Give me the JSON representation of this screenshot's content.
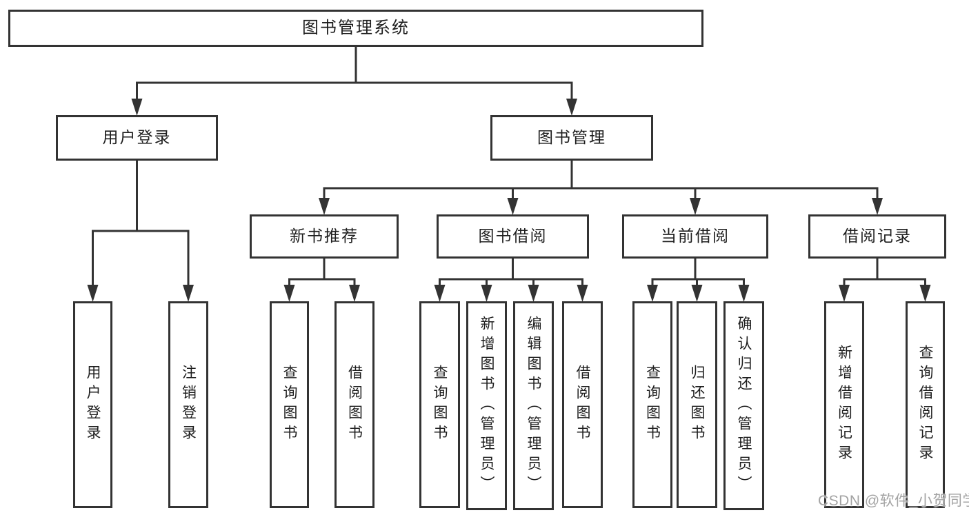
{
  "diagram": {
    "title": "图书管理系统",
    "type": "hierarchy-tree"
  },
  "colors": {
    "line": "#333333",
    "text": "#1e1e1e",
    "box_bg": "#ffffff",
    "watermark": "#a3a3a3"
  },
  "watermark": {
    "text": "CSDN @软件_小贺同学"
  },
  "nodes": [
    {
      "id": "root",
      "label": "图书管理系统",
      "parent": null,
      "orientation": "horizontal"
    },
    {
      "id": "user-login",
      "label": "用户登录",
      "parent": "root",
      "orientation": "horizontal"
    },
    {
      "id": "book-mgmt",
      "label": "图书管理",
      "parent": "root",
      "orientation": "horizontal"
    },
    {
      "id": "login-leaf",
      "label": "用户登录",
      "parent": "user-login",
      "orientation": "vertical"
    },
    {
      "id": "logout-leaf",
      "label": "注销登录",
      "parent": "user-login",
      "orientation": "vertical"
    },
    {
      "id": "new-book-rec",
      "label": "新书推荐",
      "parent": "book-mgmt",
      "orientation": "horizontal"
    },
    {
      "id": "book-borrow",
      "label": "图书借阅",
      "parent": "book-mgmt",
      "orientation": "horizontal"
    },
    {
      "id": "current-borrow",
      "label": "当前借阅",
      "parent": "book-mgmt",
      "orientation": "horizontal"
    },
    {
      "id": "borrow-records",
      "label": "借阅记录",
      "parent": "book-mgmt",
      "orientation": "horizontal"
    },
    {
      "id": "rec-query-book",
      "label": "查询图书",
      "parent": "new-book-rec",
      "orientation": "vertical"
    },
    {
      "id": "rec-borrow-book",
      "label": "借阅图书",
      "parent": "new-book-rec",
      "orientation": "vertical"
    },
    {
      "id": "bb-query-book",
      "label": "查询图书",
      "parent": "book-borrow",
      "orientation": "vertical"
    },
    {
      "id": "bb-add-book",
      "label": "新增图书（管理员）",
      "parent": "book-borrow",
      "orientation": "vertical"
    },
    {
      "id": "bb-edit-book",
      "label": "编辑图书（管理员）",
      "parent": "book-borrow",
      "orientation": "vertical"
    },
    {
      "id": "bb-borrow-book",
      "label": "借阅图书",
      "parent": "book-borrow",
      "orientation": "vertical"
    },
    {
      "id": "cb-query-book",
      "label": "查询图书",
      "parent": "current-borrow",
      "orientation": "vertical"
    },
    {
      "id": "cb-return-book",
      "label": "归还图书",
      "parent": "current-borrow",
      "orientation": "vertical"
    },
    {
      "id": "cb-confirm-return",
      "label": "确认归还（管理员）",
      "parent": "current-borrow",
      "orientation": "vertical"
    },
    {
      "id": "br-add-record",
      "label": "新增借阅记录",
      "parent": "borrow-records",
      "orientation": "vertical"
    },
    {
      "id": "br-query-record",
      "label": "查询借阅记录",
      "parent": "borrow-records",
      "orientation": "vertical"
    }
  ]
}
